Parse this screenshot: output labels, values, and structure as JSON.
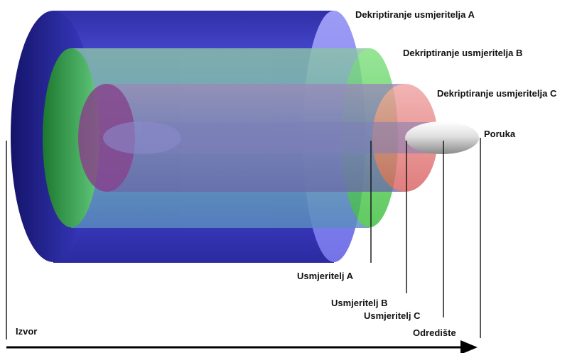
{
  "labels": {
    "layer_a": "Dekriptiranje usmjeritelja A",
    "layer_b": "Dekriptiranje usmjeritelja B",
    "layer_c": "Dekriptiranje usmjeritelja C",
    "message": "Poruka",
    "router_a": "Usmjeritelj A",
    "router_b": "Usmjeritelj B",
    "router_c": "Usmjeritelj C",
    "source": "Izvor",
    "destination": "Odredište"
  },
  "colors": {
    "layer_a": "#3f3fd0",
    "layer_b": "#3fbf3f",
    "layer_c": "#d85a5a",
    "message": "#c8c8c8",
    "arrow": "#000000"
  }
}
